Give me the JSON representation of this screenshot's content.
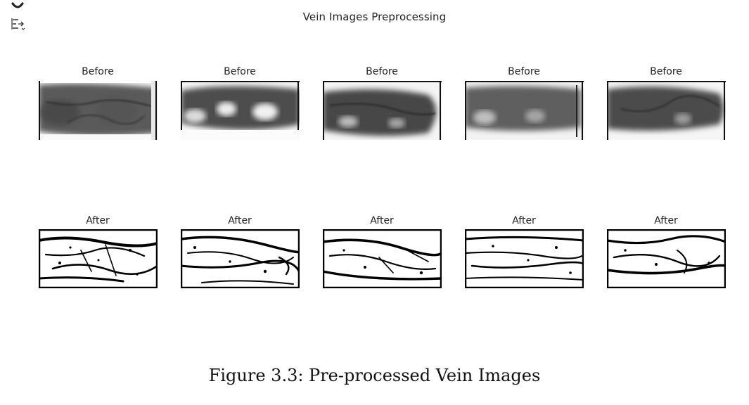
{
  "figure": {
    "suptitle": "Vein Images Preprocessing",
    "caption": "Figure 3.3: Pre-processed Vein Images",
    "before_panels": [
      {
        "title": "Before"
      },
      {
        "title": "Before"
      },
      {
        "title": "Before"
      },
      {
        "title": "Before"
      },
      {
        "title": "Before"
      }
    ],
    "after_panels": [
      {
        "title": "After"
      },
      {
        "title": "After"
      },
      {
        "title": "After"
      },
      {
        "title": "After"
      },
      {
        "title": "After"
      }
    ]
  },
  "toolbar": {
    "icons": [
      "chevron-down-icon",
      "output-options-icon"
    ]
  }
}
